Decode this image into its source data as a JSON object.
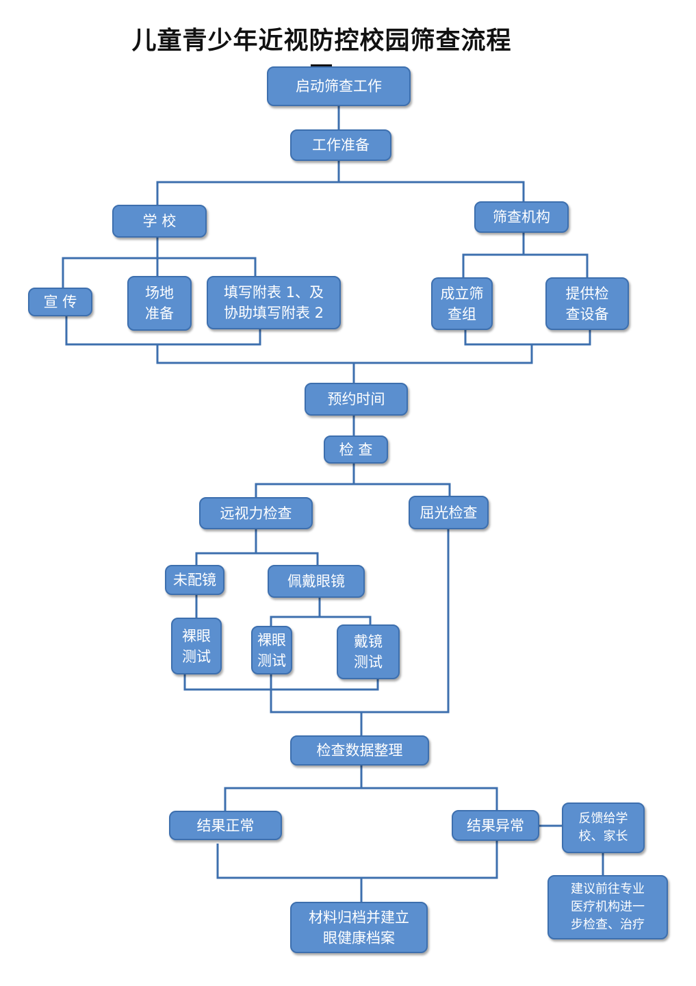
{
  "title": "儿童青少年近视防控校园筛查流程图",
  "colors": {
    "box_fill": "#5b8fcf",
    "box_border": "#3d6fae",
    "line": "#3d6fae",
    "text": "#ffffff"
  },
  "nodes": {
    "start": "启动筛查工作",
    "prep": "工作准备",
    "school": "学 校",
    "screen_org": "筛查机构",
    "publicity": "宣 传",
    "venue": "场地\n准备",
    "forms": "填写附表 1、及\n协助填写附表 2",
    "team": "成立筛\n查组",
    "equipment": "提供检\n查设备",
    "appointment": "预约时间",
    "exam": "检 查",
    "distance_vision": "远视力检查",
    "refraction": "屈光检查",
    "no_glasses": "未配镜",
    "wearing_glasses": "佩戴眼镜",
    "naked_test_1": "裸眼\n测试",
    "naked_test_2": "裸眼\n测试",
    "glasses_test": "戴镜\n测试",
    "data_sort": "检查数据整理",
    "normal": "结果正常",
    "abnormal": "结果异常",
    "feedback": "反馈给学\n校、家长",
    "advice": "建议前往专业\n医疗机构进一\n步检查、治疗",
    "archive": "材料归档并建立\n眼健康档案"
  }
}
